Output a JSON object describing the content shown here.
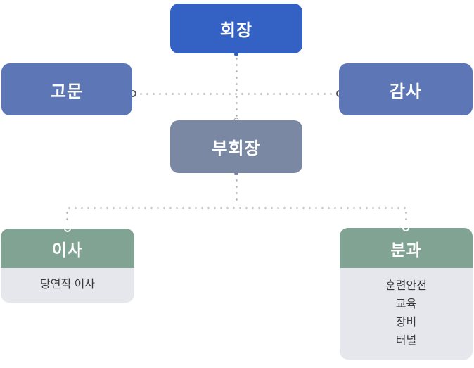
{
  "chart_type": "organization-chart",
  "palette": {
    "chairman_bg": "#3462C4",
    "advisor_auditor_bg": "#5C76B6",
    "vice_chairman_bg": "#7B88A3",
    "group_header_bg": "#80A394",
    "group_body_bg": "#E5E7EC",
    "dotted_line": "#B5B8BF",
    "body_text": "#3B3B3B",
    "node_text": "#FFFFFF"
  },
  "nodes": {
    "chairman": {
      "label": "회장"
    },
    "advisor": {
      "label": "고문"
    },
    "auditor": {
      "label": "감사"
    },
    "vice_chairman": {
      "label": "부회장"
    },
    "director": {
      "label": "이사",
      "items": [
        "당연직 이사"
      ]
    },
    "subcommittee": {
      "label": "분과",
      "items": [
        "훈련안전",
        "교육",
        "장비",
        "터널"
      ]
    }
  },
  "relations": [
    "회장 → 부회장 (vertical dotted)",
    "고문 ↔ 감사 (horizontal dotted through chairman line)",
    "부회장 → 이사, 분과 (branched dotted)"
  ]
}
